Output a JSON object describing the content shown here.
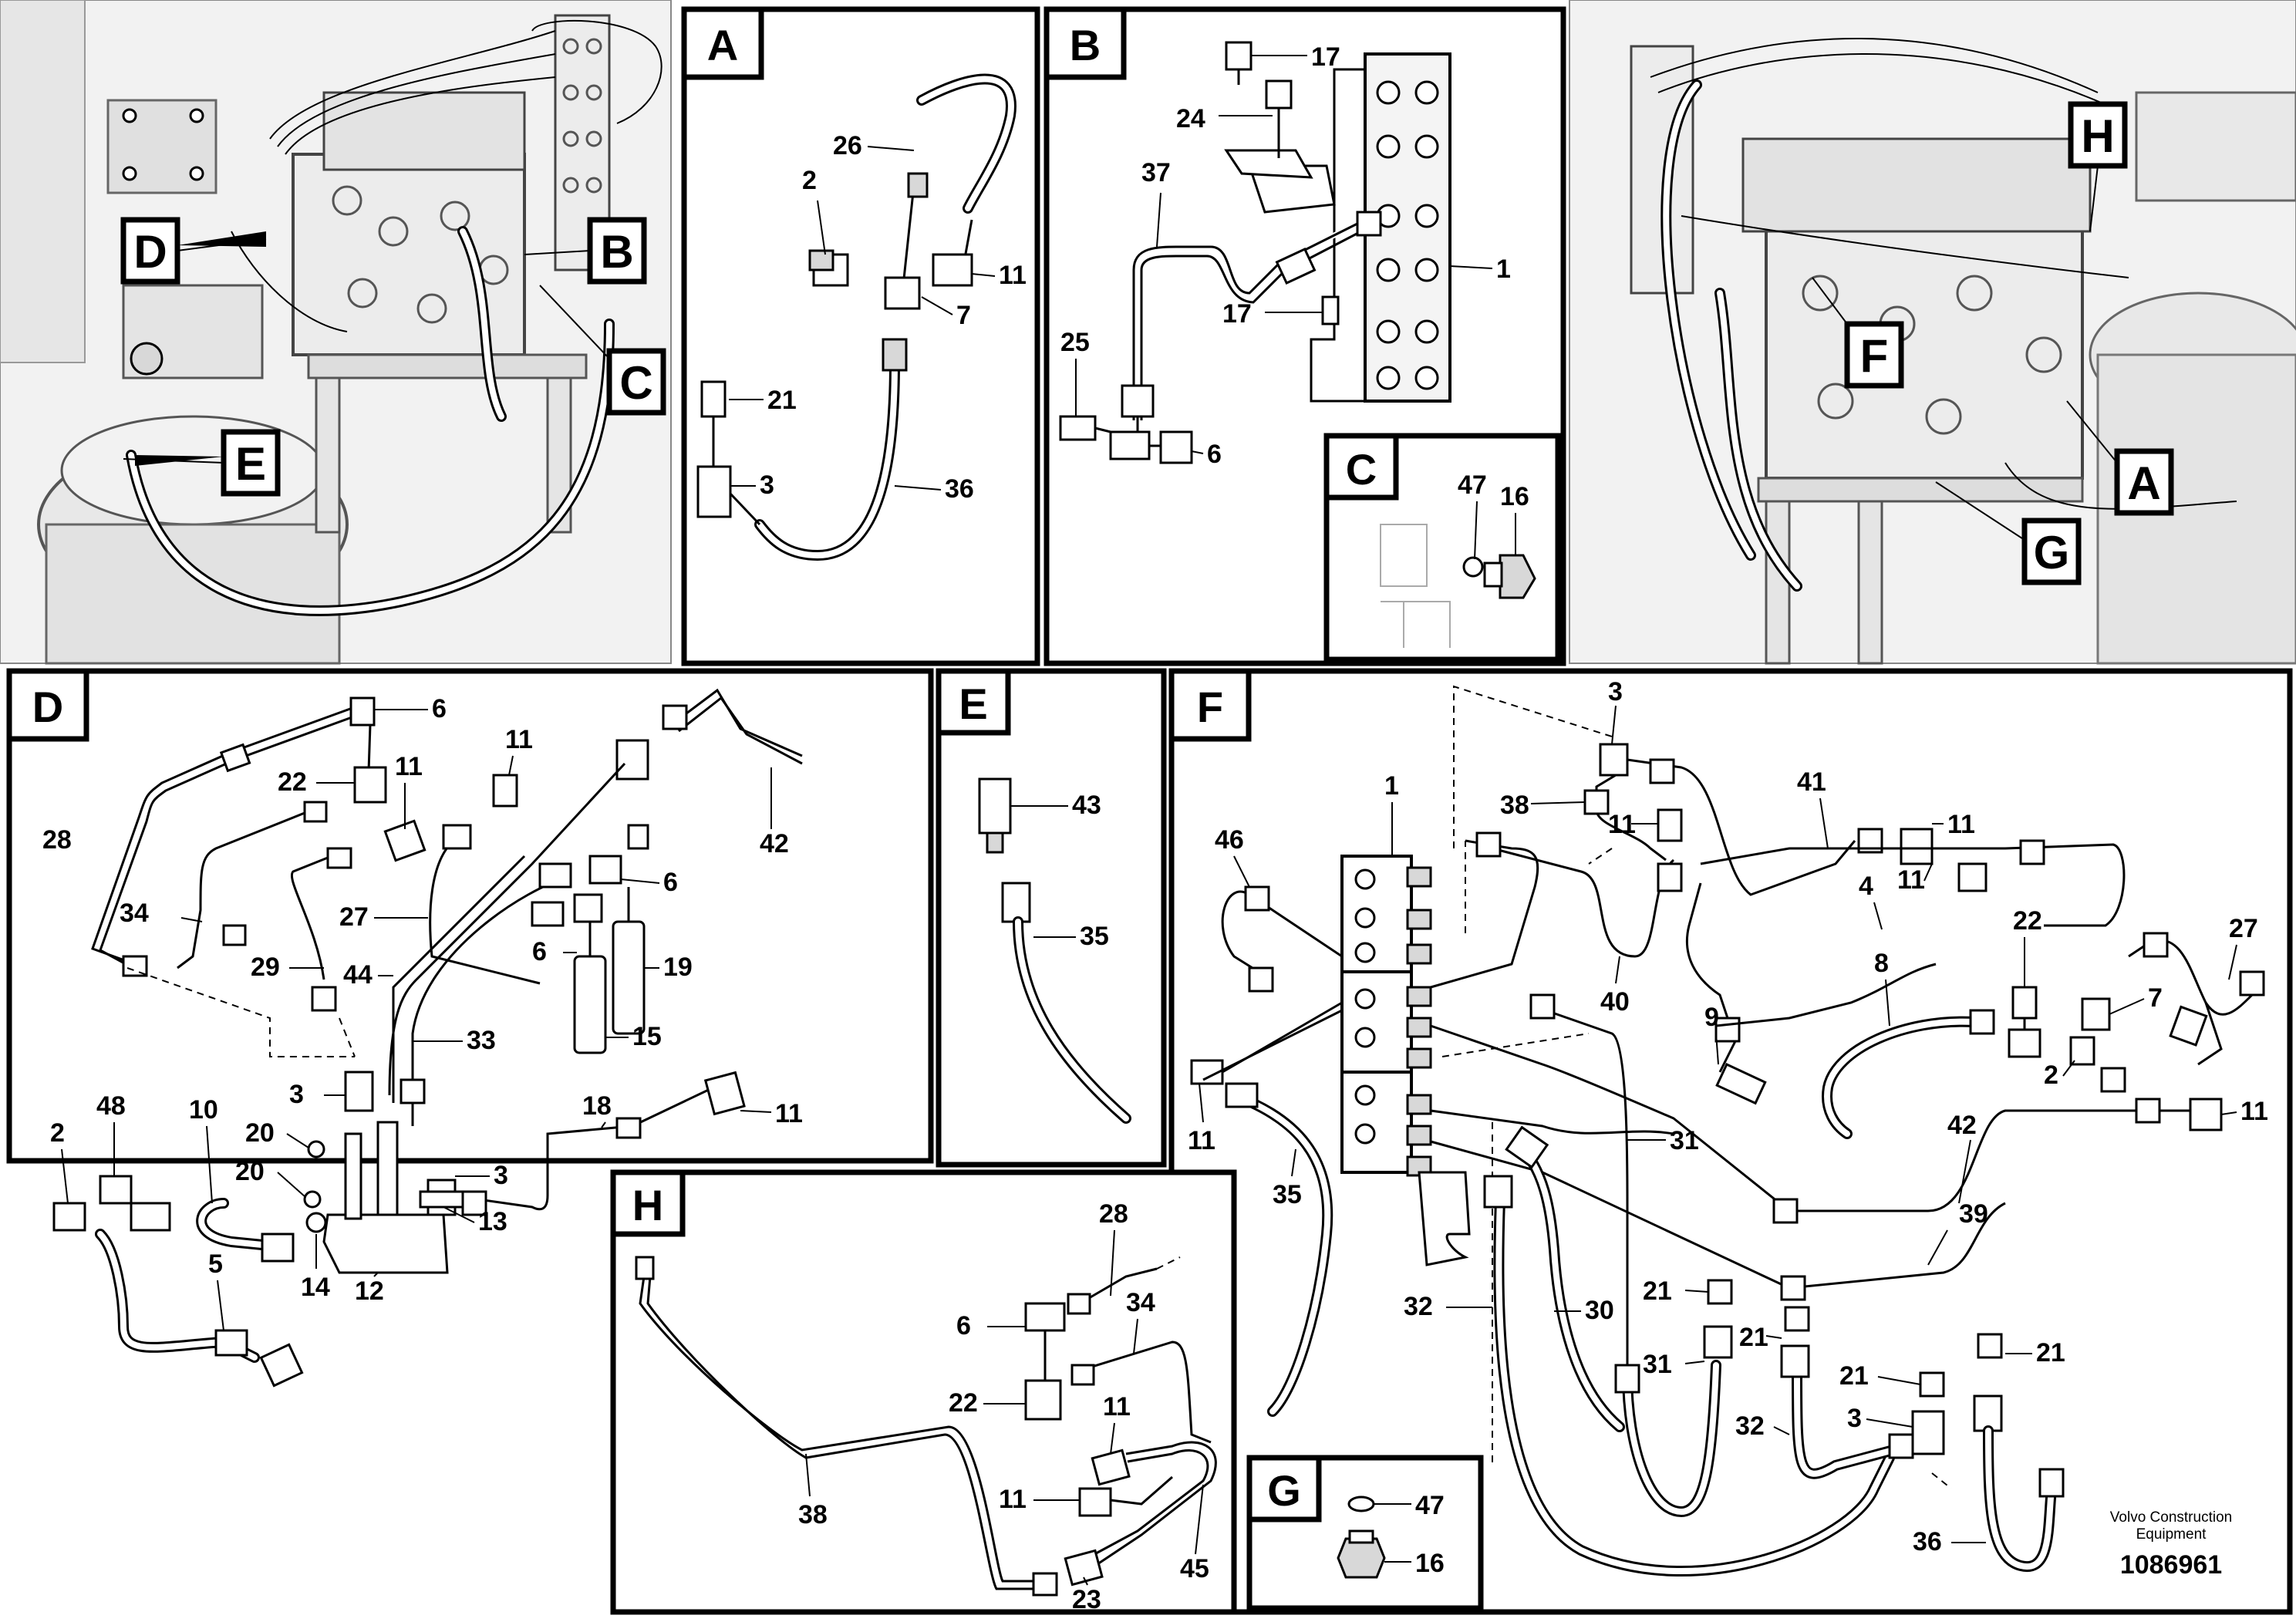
{
  "panels": {
    "A": {
      "letter": "A",
      "labels": {
        "l26": "26",
        "l2": "2",
        "l11": "11",
        "l7": "7",
        "l21": "21",
        "l3": "3",
        "l36": "36"
      }
    },
    "B": {
      "letter": "B",
      "labels": {
        "l17a": "17",
        "l24": "24",
        "l37": "37",
        "l1": "1",
        "l17b": "17",
        "l25": "25",
        "l6": "6"
      }
    },
    "C": {
      "letter": "C",
      "labels": {
        "l47": "47",
        "l16": "16"
      }
    },
    "D": {
      "letter": "D",
      "labels": {
        "l6a": "6",
        "l22": "22",
        "l11a": "11",
        "l11b": "11",
        "l28": "28",
        "l34": "34",
        "l27": "27",
        "l6b": "6",
        "l29": "29",
        "l44": "44",
        "l6c": "6",
        "l19": "19",
        "l42": "42",
        "l33": "33",
        "l15": "15",
        "l3a": "3",
        "l48": "48",
        "l10": "10",
        "l20a": "20",
        "l20b": "20",
        "l2": "2",
        "l18": "18",
        "l11c": "11",
        "l3b": "3",
        "l13": "13",
        "l5": "5",
        "l14": "14",
        "l12": "12"
      }
    },
    "E": {
      "letter": "E",
      "labels": {
        "l43": "43",
        "l35": "35"
      }
    },
    "F": {
      "letter": "F",
      "labels": {
        "l3a": "3",
        "l1": "1",
        "l38": "38",
        "l11a": "11",
        "l41": "41",
        "l11b": "11",
        "l46": "46",
        "l4": "4",
        "l11c": "11",
        "l22": "22",
        "l27": "27",
        "l40": "40",
        "l8": "8",
        "l7": "7",
        "l9": "9",
        "l2": "2",
        "l11d": "11",
        "l31a": "31",
        "l42": "42",
        "l11e": "11",
        "l35": "35",
        "l39": "39",
        "l21a": "21",
        "l21b": "21",
        "l32a": "32",
        "l30": "30",
        "l31b": "31",
        "l21c": "21",
        "l21d": "21",
        "l32b": "32",
        "l3b": "3",
        "l36": "36"
      }
    },
    "G": {
      "letter": "G",
      "labels": {
        "l47": "47",
        "l16": "16"
      }
    },
    "H": {
      "letter": "H",
      "labels": {
        "l28": "28",
        "l6": "6",
        "l34": "34",
        "l22": "22",
        "l11a": "11",
        "l11b": "11",
        "l38": "38",
        "l23": "23",
        "l45": "45"
      }
    }
  },
  "overview_left": {
    "callouts": [
      "D",
      "B",
      "C",
      "E"
    ]
  },
  "overview_right": {
    "callouts": [
      "H",
      "F",
      "A",
      "G"
    ]
  },
  "footer": {
    "brand_line1": "Volvo Construction",
    "brand_line2": "Equipment",
    "doc_number": "1086961"
  }
}
